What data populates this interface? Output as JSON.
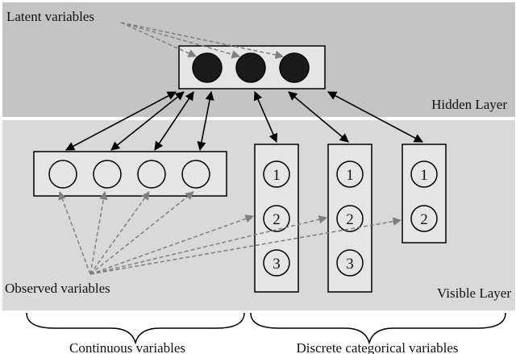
{
  "labels": {
    "latent_variables": "Latent variables",
    "hidden_layer": "Hidden Layer",
    "observed_variables": "Observed variables",
    "visible_layer": "Visible Layer",
    "continuous_variables": "Continuous variables",
    "discrete_categorical_variables": "Discrete categorical variables"
  },
  "category_groups": [
    [
      "1",
      "2",
      "3"
    ],
    [
      "1",
      "2",
      "3"
    ],
    [
      "1",
      "2"
    ]
  ],
  "colors": {
    "hidden_band": "#c4c4c4",
    "visible_band": "#d9d9d9",
    "box_fill": "#e5e5e5",
    "latent_node": "#1a1a1a",
    "dashed_arrow": "#7f7f7f"
  }
}
